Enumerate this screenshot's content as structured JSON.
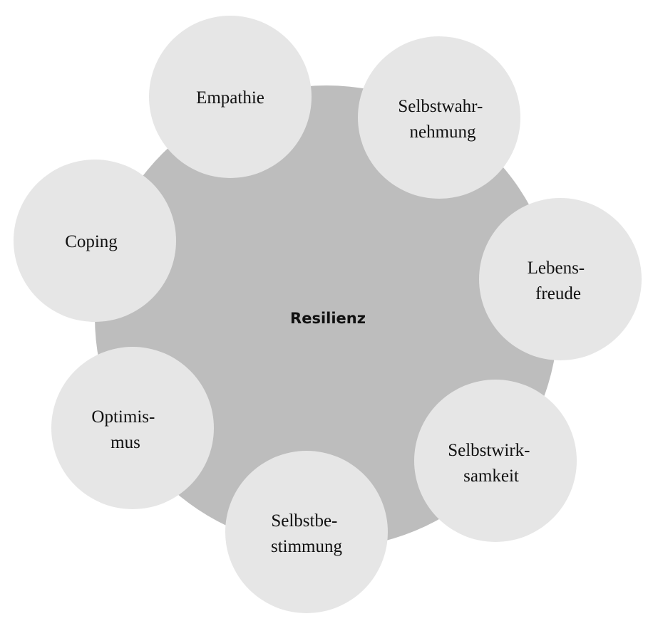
{
  "colors": {
    "center_fill": "#bdbdbd",
    "satellite_fill": "#e6e6e6",
    "text": "#111111"
  },
  "center": {
    "label": "Resilienz"
  },
  "satellites": [
    {
      "lines": [
        "Empathie"
      ]
    },
    {
      "lines": [
        "Selbstwahr-",
        "nehmung"
      ]
    },
    {
      "lines": [
        "Lebens-",
        "freude"
      ]
    },
    {
      "lines": [
        "Selbstwirk-",
        "samkeit"
      ]
    },
    {
      "lines": [
        "Selbstbe-",
        "stimmung"
      ]
    },
    {
      "lines": [
        "Optimis-",
        "mus"
      ]
    },
    {
      "lines": [
        "Coping"
      ]
    }
  ]
}
